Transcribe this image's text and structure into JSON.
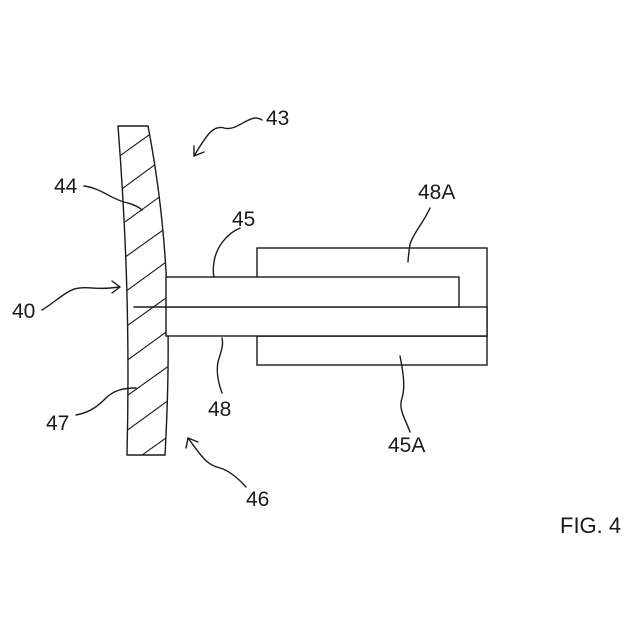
{
  "figure": {
    "caption": "FIG. 4",
    "labels": {
      "l40": "40",
      "l43": "43",
      "l44": "44",
      "l45": "45",
      "l45A": "45A",
      "l46": "46",
      "l47": "47",
      "l48": "48",
      "l48A": "48A"
    }
  }
}
